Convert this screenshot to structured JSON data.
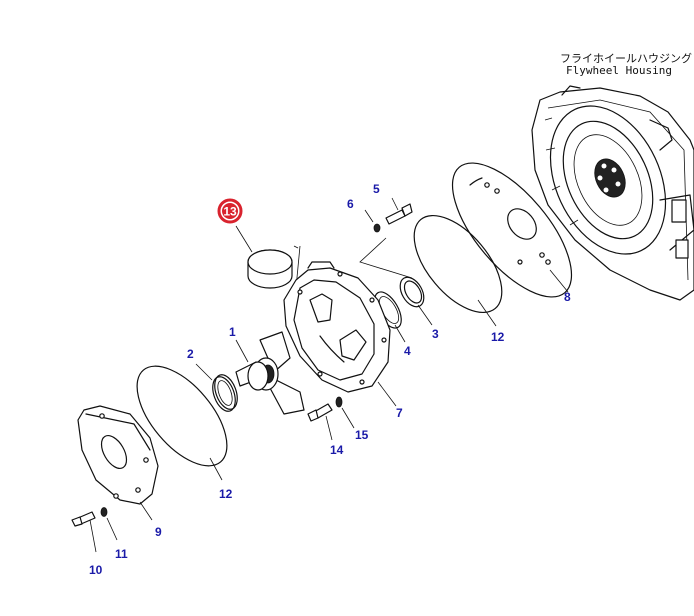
{
  "caption": {
    "japanese": "フライホイールハウジング",
    "english": "Flywheel Housing"
  },
  "highlight": {
    "label": "13",
    "color": "#d9232e"
  },
  "callouts": {
    "c1": "1",
    "c2": "2",
    "c3": "3",
    "c4": "4",
    "c5": "5",
    "c6": "6",
    "c7": "7",
    "c8": "8",
    "c9": "9",
    "c10": "10",
    "c11": "11",
    "c12a": "12",
    "c12b": "12",
    "c14": "14",
    "c15": "15"
  },
  "colors": {
    "callout_text": "#1a1aa8",
    "line_art": "#111111"
  }
}
